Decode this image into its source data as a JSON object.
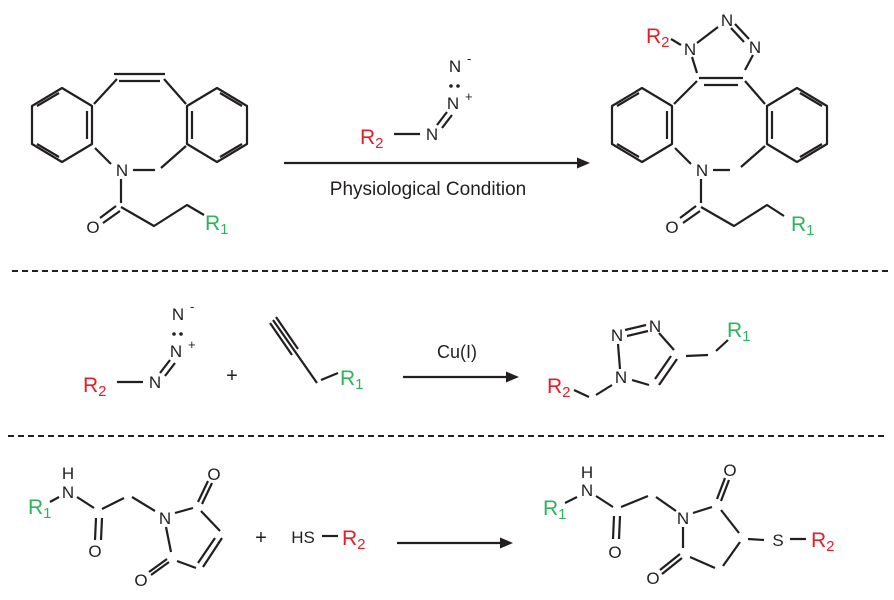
{
  "colors": {
    "r1_green": "#2db45a",
    "r2_red": "#e41e26",
    "structure_black": "#231f20"
  },
  "labels": {
    "r": "R",
    "sub1": "1",
    "sub2": "2",
    "n": "N",
    "o": "O",
    "s": "S",
    "h": "H",
    "hs": "HS",
    "charge_plus": "+",
    "charge_minus": "-",
    "plus": "+"
  },
  "reactions": {
    "row1": {
      "condition": "Physiological Condition"
    },
    "row2": {
      "catalyst": "Cu(I)"
    }
  }
}
